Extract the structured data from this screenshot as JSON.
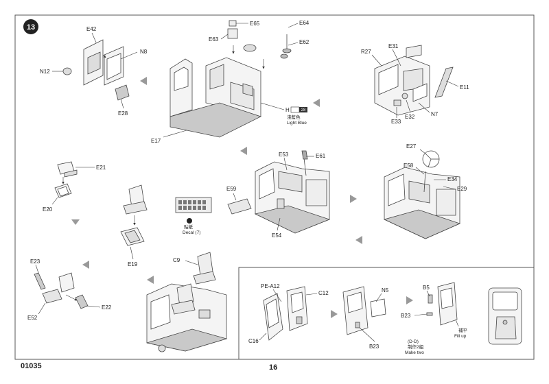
{
  "step": {
    "number": "13"
  },
  "footer": {
    "code": "01035",
    "page": "16"
  },
  "parts": {
    "E42": "E42",
    "N8": "N8",
    "N12": "N12",
    "E28": "E28",
    "E65": "E65",
    "E63": "E63",
    "E64": "E64",
    "E62": "E62",
    "E17": "E17",
    "R27": "R27",
    "E31": "E31",
    "E11": "E11",
    "N7": "N7",
    "E32": "E32",
    "E33": "E33",
    "E53": "E53",
    "E61": "E61",
    "E59": "E59",
    "E54": "E54",
    "E27": "E27",
    "E58": "E58",
    "E34": "E34",
    "E29": "E29",
    "E21": "E21",
    "E20": "E20",
    "E19": "E19",
    "E23": "E23",
    "E52": "E52",
    "E22": "E22",
    "C9": "C9",
    "PEA12": "PE-A12",
    "C12": "C12",
    "C16": "C16",
    "N5": "N5",
    "B23a": "B23",
    "B5": "B5",
    "B23b": "B23"
  },
  "paint": {
    "code": "H",
    "swatch_number": "28",
    "name_cn": "淺藍色",
    "name_en": "Light Blue"
  },
  "decal": {
    "label_cn": "貼紙",
    "label_en": "Decal (7)"
  },
  "notes": {
    "dd": "(D-D)",
    "make_two_cn": "制作2組",
    "make_two_en": "Make two",
    "fill_up_cn": "補平",
    "fill_up_en": "Fill up"
  }
}
